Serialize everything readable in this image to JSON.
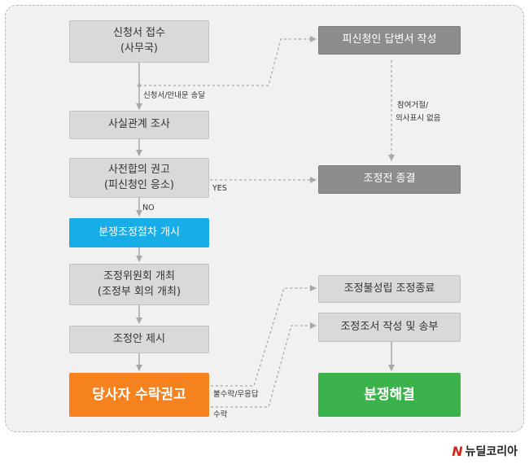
{
  "nodes": {
    "receipt": [
      "신청서 접수",
      "(사무국)"
    ],
    "fact_check": [
      "사실관계 조사"
    ],
    "pre_mediation": [
      "사전합의 권고",
      "(피신청인 응소)"
    ],
    "start_mediation": [
      "분쟁조정절차 개시"
    ],
    "committee": [
      "조정위원회 개최",
      "(조정부 회의 개최)"
    ],
    "proposal": [
      "조정안 제시"
    ],
    "acceptance": [
      "당사자 수락권고"
    ],
    "respondent_answer": [
      "피신청인 답변서 작성"
    ],
    "pre_close": [
      "조정전 종결"
    ],
    "failure": [
      "조정불성립 조정종료"
    ],
    "mediation_doc": [
      "조정조서 작성 및 송부"
    ],
    "resolved": [
      "분쟁해결"
    ]
  },
  "labels": {
    "send_forms": "신청서/안내문 송달",
    "refuse": [
      "참여거절/",
      "의사표시 없음"
    ],
    "yes": "YES",
    "no": "NO",
    "reject": "불수락/무응답",
    "accept": "수락"
  },
  "brand": {
    "mark": "N",
    "name": "뉴딜코리아"
  },
  "colors": {
    "grey": "#d9d9d9",
    "dark": "#8d8d8d",
    "blue": "#17aee8",
    "orange": "#f6821f",
    "green": "#3bb24a"
  }
}
